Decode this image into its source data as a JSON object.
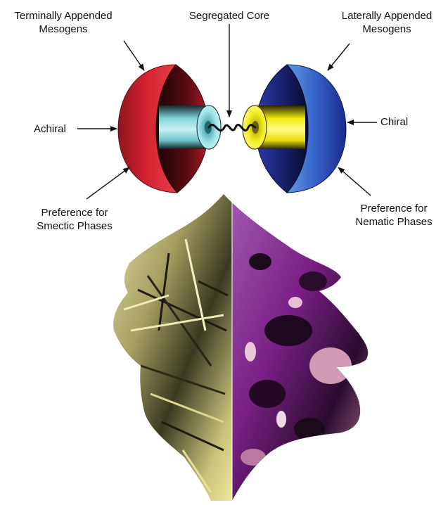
{
  "labels": {
    "terminal": {
      "line1": "Terminally Appended",
      "line2": "Mesogens"
    },
    "core": "Segregated Core",
    "lateral": {
      "line1": "Laterally Appended",
      "line2": "Mesogens"
    },
    "achiral": "Achiral",
    "chiral": "Chiral",
    "smectic": {
      "line1": "Preference for",
      "line2": "Smectic Phases"
    },
    "nematic": {
      "line1": "Preference for",
      "line2": "Nematic Phases"
    }
  },
  "colors": {
    "left_hemisphere": "#c81f2c",
    "right_hemisphere": "#2a46b8",
    "left_cylinder": "#7fd6dc",
    "right_cylinder": "#f2ea10",
    "micrograph_left": "#c9c27a",
    "micrograph_right": "#7a1f86"
  }
}
